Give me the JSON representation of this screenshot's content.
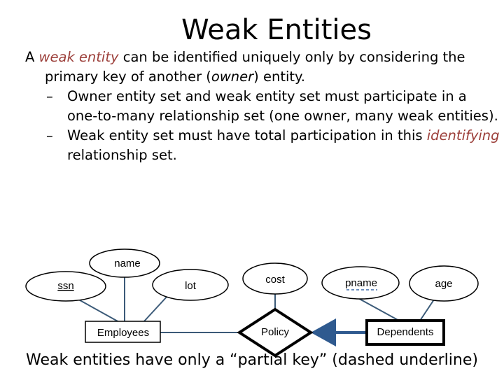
{
  "slide": {
    "title": "Weak Entities",
    "intro": {
      "a": "A ",
      "weak_entity": "weak entity",
      "rest1": " can be identified uniquely only by considering the primary key of another (",
      "owner": "owner",
      "rest2": ") entity."
    },
    "bullets": {
      "dash": "–",
      "b1": "Owner entity set and weak entity set must participate in a one-to-many relationship set (one owner, many weak entities).",
      "b2_start": "Weak entity set must have total participation in this ",
      "b2_identifying": "identifying",
      "b2_end": " relationship set."
    },
    "caption": "Weak entities have only a “partial key” (dashed underline)"
  },
  "diagram": {
    "attributes": {
      "name": "name",
      "ssn": "ssn",
      "lot": "lot",
      "cost": "cost",
      "pname": "pname",
      "age": "age"
    },
    "entities": {
      "employees": "Employees",
      "dependents": "Dependents"
    },
    "relationships": {
      "policy": "Policy"
    },
    "colors": {
      "connector": "#3b5a78",
      "arrow": "#2f5a8f"
    }
  }
}
